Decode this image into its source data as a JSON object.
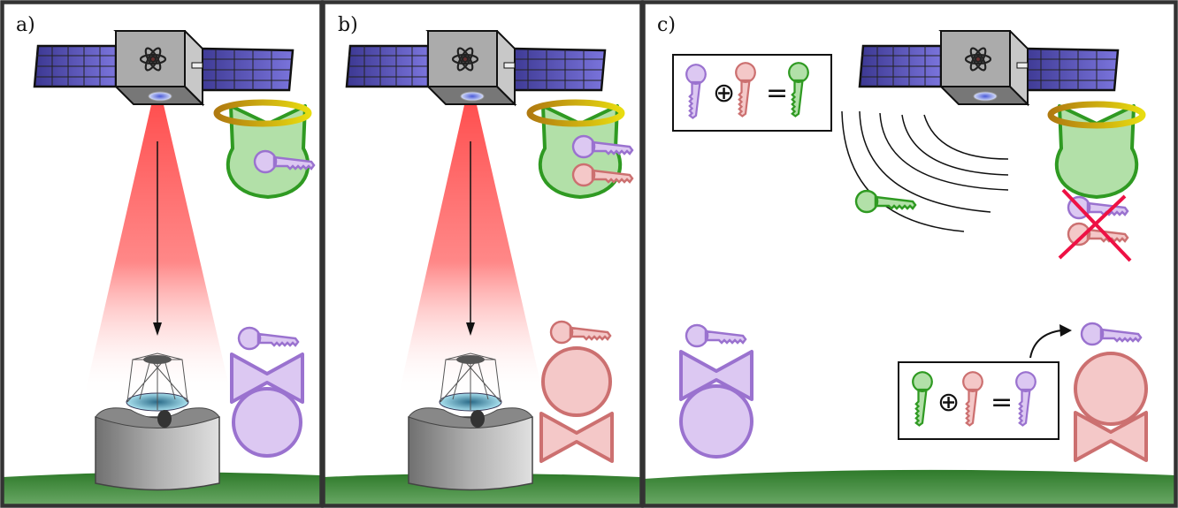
{
  "panels": [
    {
      "label": "a)"
    },
    {
      "label": "b)"
    },
    {
      "label": "c)"
    }
  ],
  "formula_top": {
    "op": "⊕",
    "eq": "="
  },
  "formula_bottom": {
    "op": "⊕",
    "eq": "="
  },
  "colors": {
    "border": "#333333",
    "ground": "#3f8a3a",
    "beam": "#ff4d4d",
    "solar_panel": "#5a54b8",
    "alice_fill": "#dcc8f2",
    "alice_stroke": "#9a72cf",
    "bob_fill": "#f4c8c8",
    "bob_stroke": "#cc7070",
    "eve_fill": "#b2e0a8",
    "eve_stroke": "#2f9a22",
    "halo": "#d4a020",
    "cross": "#ee1144"
  },
  "icons": [
    "satellite-icon",
    "atom-icon",
    "telescope-icon",
    "key-icon",
    "halo-icon",
    "cross-icon",
    "xor-icon"
  ]
}
